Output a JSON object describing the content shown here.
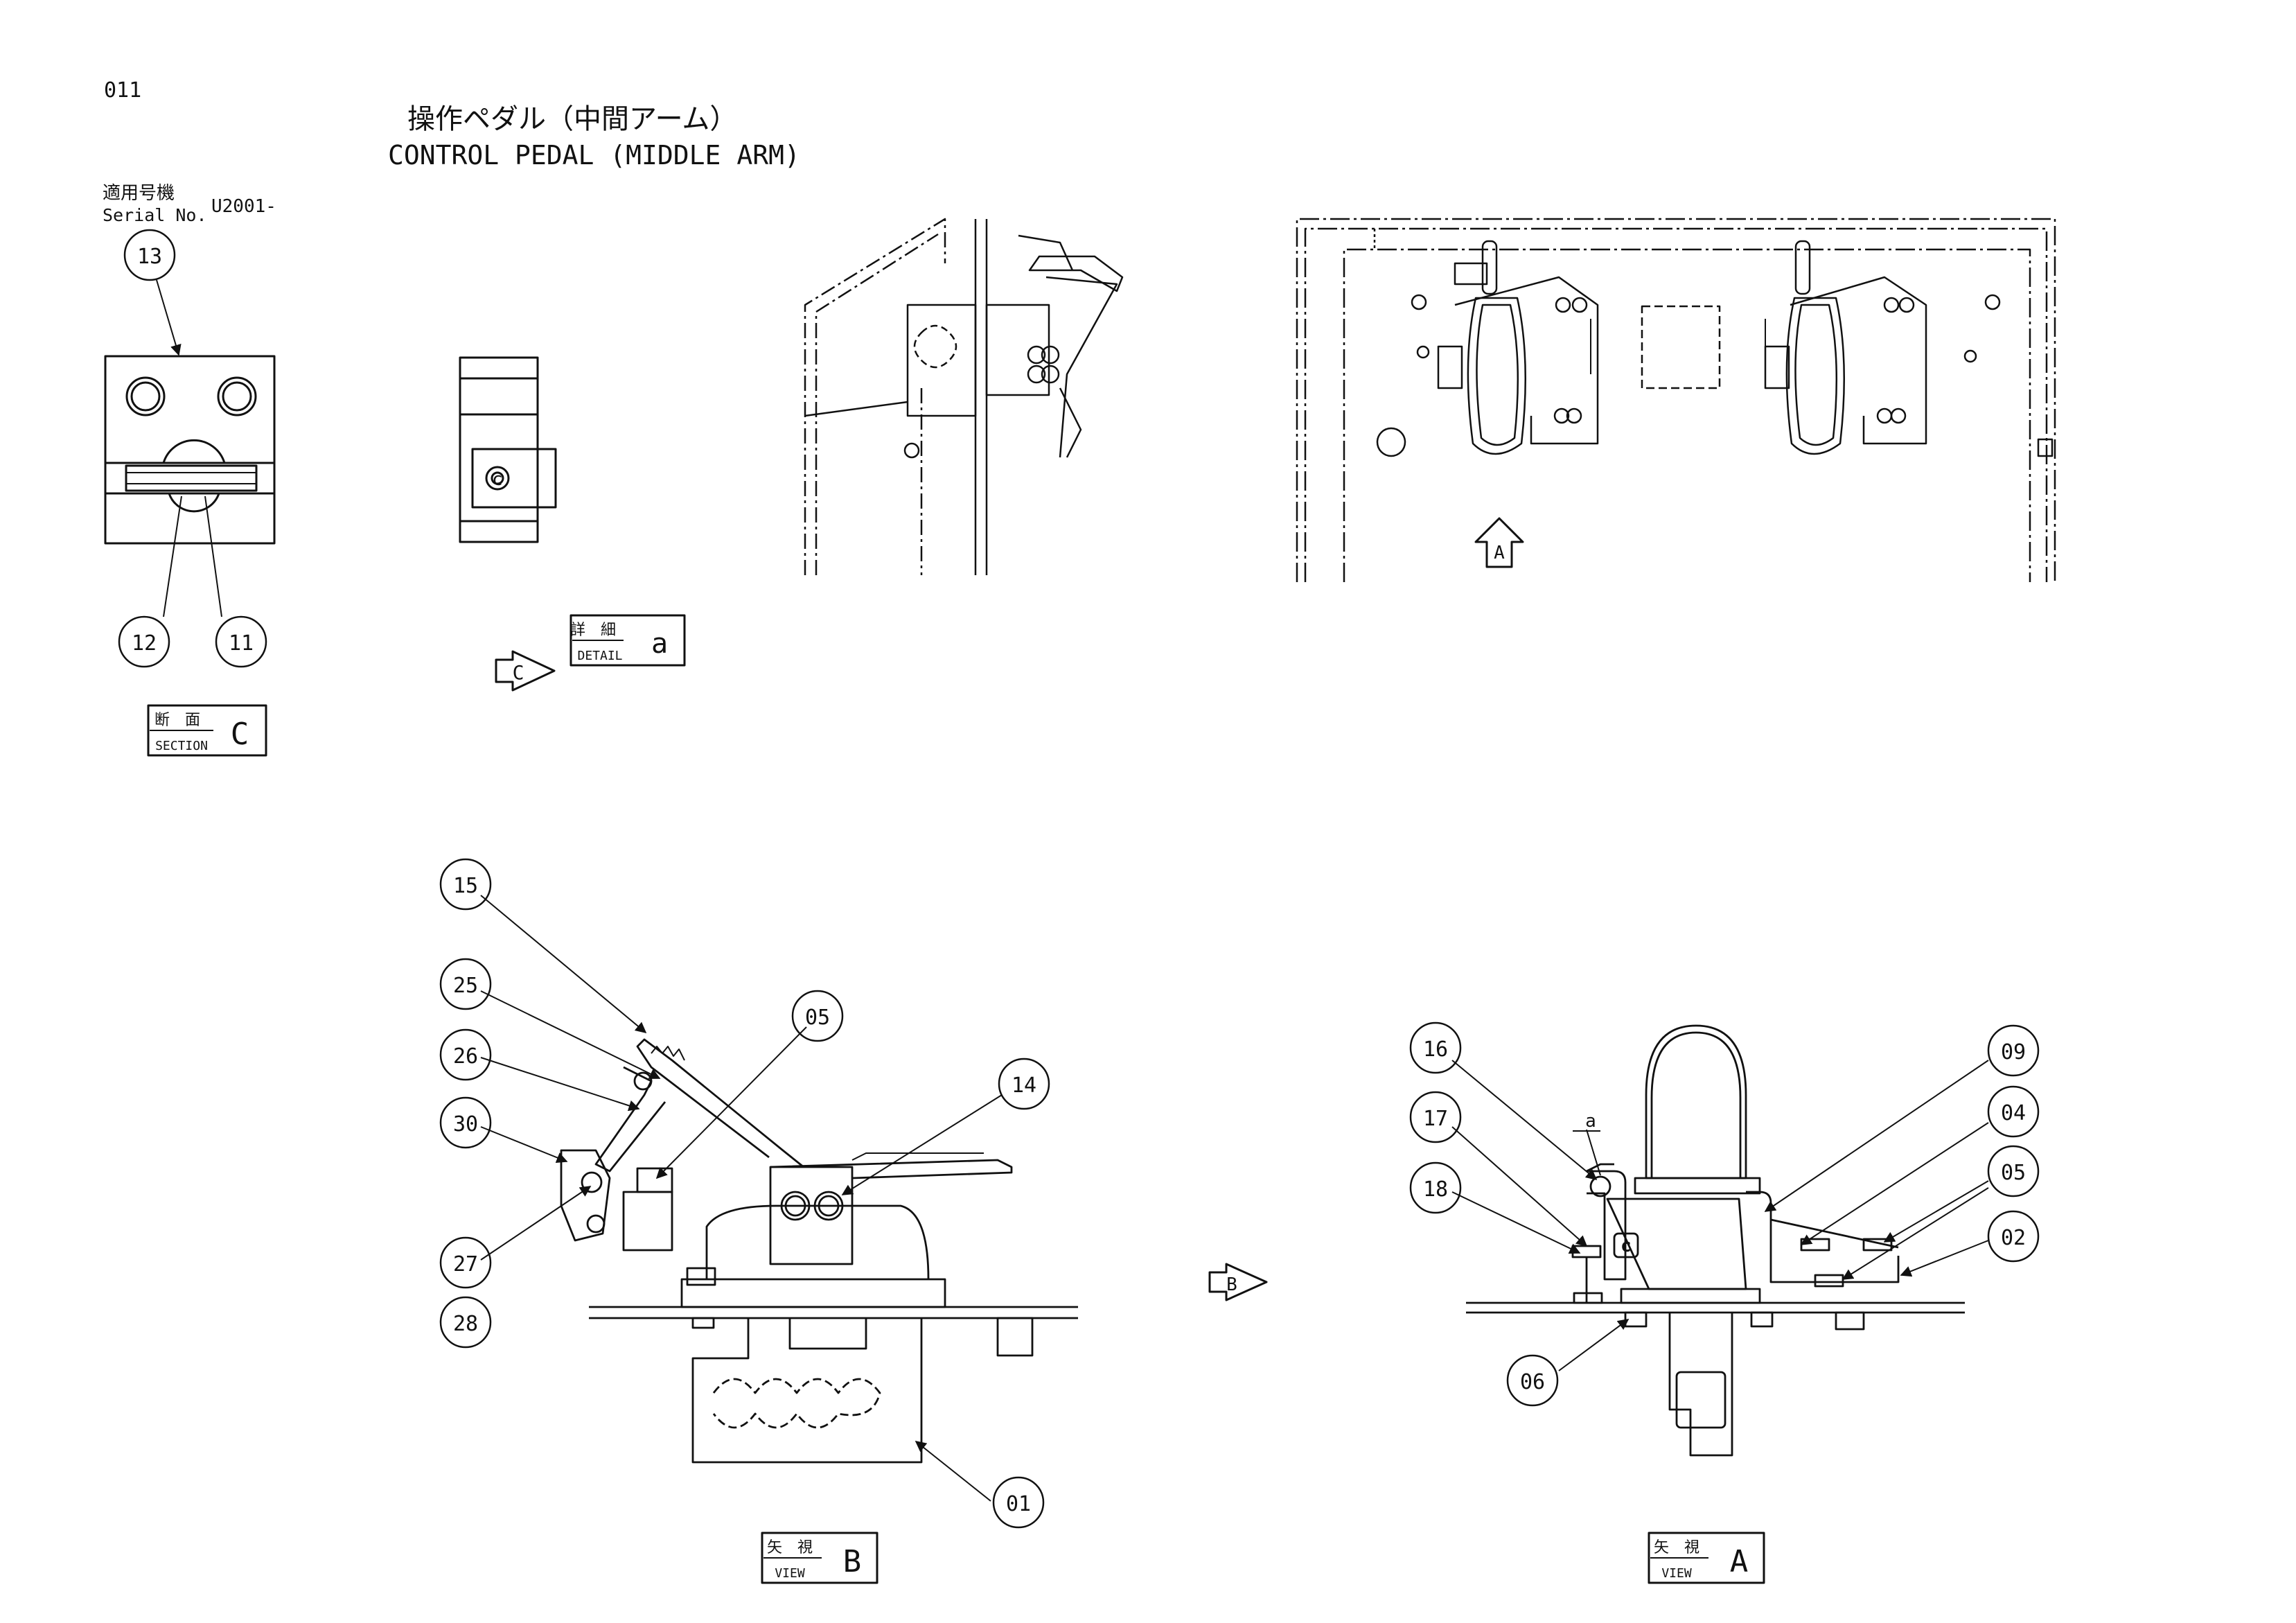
{
  "page_number": "011",
  "title": {
    "jp": "操作ペダル（中間アーム）",
    "en": "CONTROL PEDAL (MIDDLE ARM)"
  },
  "serial": {
    "label_jp": "適用号機",
    "label_en": "Serial No.",
    "value": "U2001-"
  },
  "view_labels": {
    "section": {
      "jp": "断　面",
      "en": "SECTION",
      "letter": "C"
    },
    "detail": {
      "jp": "詳　細",
      "en": "DETAIL",
      "letter": "a"
    },
    "view_b": {
      "jp": "矢　視",
      "en": "VIEW",
      "letter": "B"
    },
    "view_a": {
      "jp": "矢　視",
      "en": "VIEW",
      "letter": "A"
    }
  },
  "arrows": {
    "c": "C",
    "a": "A",
    "b": "B"
  },
  "detail_marker": "a",
  "callouts": {
    "c11": "11",
    "c12": "12",
    "c13": "13",
    "c15": "15",
    "c25": "25",
    "c26": "26",
    "c30": "30",
    "c27": "27",
    "c28": "28",
    "c05b": "05",
    "c14": "14",
    "c01": "01",
    "c16": "16",
    "c17": "17",
    "c18": "18",
    "c06": "06",
    "c09": "09",
    "c04": "04",
    "c05a": "05",
    "c02": "02"
  }
}
